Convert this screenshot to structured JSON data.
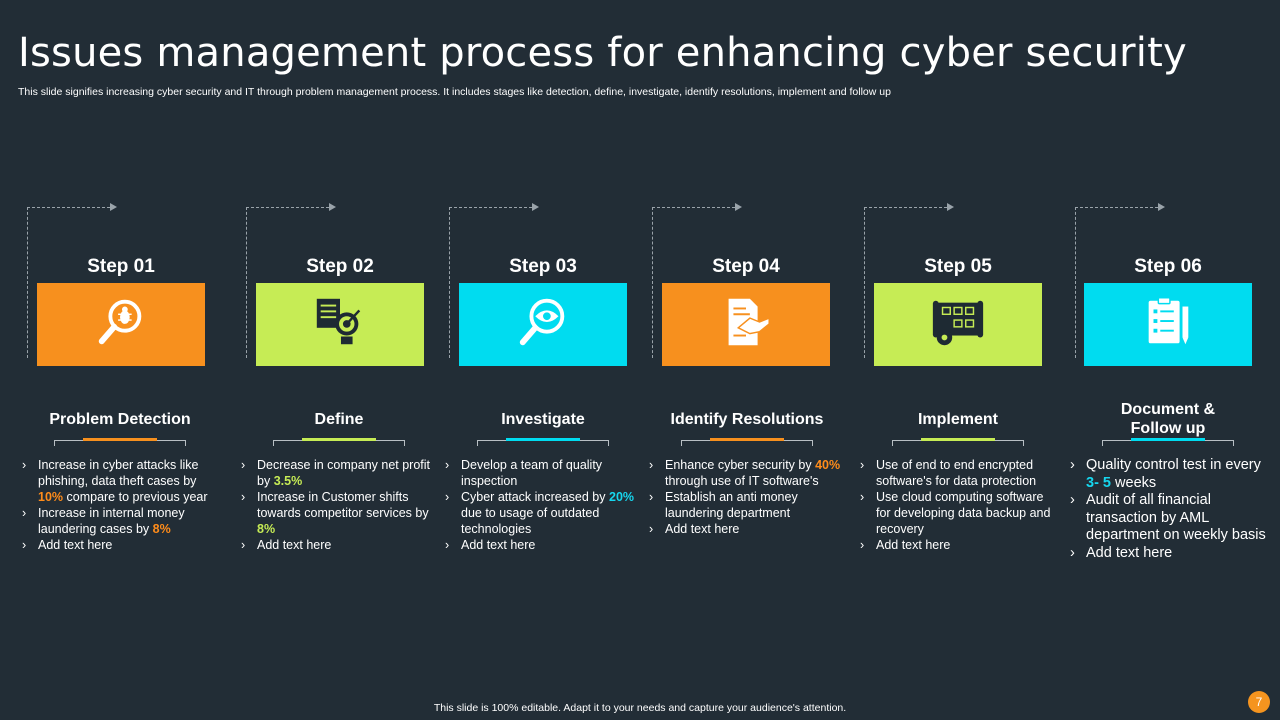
{
  "title": "Issues management process for enhancing cyber security",
  "subtitle": "This slide signifies increasing cyber security and IT through problem management  process. It includes stages like detection, define, investigate, identify resolutions, implement  and follow up",
  "colors": {
    "background": "#222d36",
    "orange": "#f7901e",
    "green": "#c6ec55",
    "cyan": "#00dcf0"
  },
  "steps": [
    {
      "label": "Step 01",
      "icon": "magnifier-bug-icon",
      "color": "#f7901e",
      "title_lines": [
        "Problem Detection"
      ],
      "bullets": [
        [
          {
            "t": "Increase in cyber attacks like phishing, data theft cases by "
          },
          {
            "t": "10%",
            "c": "orange"
          },
          {
            "t": " compare to previous  year"
          }
        ],
        [
          {
            "t": " Increase in internal money laundering cases by "
          },
          {
            "t": "8%",
            "c": "orange"
          }
        ],
        [
          {
            "t": "Add text here"
          }
        ]
      ]
    },
    {
      "label": "Step 02",
      "icon": "document-target-icon",
      "color": "#c6ec55",
      "title_lines": [
        "Define"
      ],
      "bullets": [
        [
          {
            "t": "Decrease in company net profit by "
          },
          {
            "t": "3.5%",
            "c": "green"
          }
        ],
        [
          {
            "t": "Increase in Customer shifts towards competitor services by "
          },
          {
            "t": "8%",
            "c": "green"
          }
        ],
        [
          {
            "t": "Add text here"
          }
        ]
      ]
    },
    {
      "label": "Step 03",
      "icon": "magnifier-eye-icon",
      "color": "#00dcf0",
      "title_lines": [
        "Investigate"
      ],
      "bullets": [
        [
          {
            "t": "Develop  a team of quality inspection"
          }
        ],
        [
          {
            "t": "Cyber attack increased  by "
          },
          {
            "t": "20%",
            "c": "cyan"
          },
          {
            "t": " due to usage of outdated technologies"
          }
        ],
        [
          {
            "t": "Add text here"
          }
        ]
      ]
    },
    {
      "label": "Step 04",
      "icon": "handshake-document-icon",
      "color": "#f7901e",
      "title_lines": [
        "Identify Resolutions"
      ],
      "bullets": [
        [
          {
            "t": "Enhance cyber security by "
          },
          {
            "t": "40%",
            "c": "orange"
          },
          {
            "t": " through use of IT software's"
          }
        ],
        [
          {
            "t": "Establish an anti money laundering department"
          }
        ],
        [
          {
            "t": "Add text here"
          }
        ]
      ]
    },
    {
      "label": "Step 05",
      "icon": "blueprint-gear-icon",
      "color": "#c6ec55",
      "title_lines": [
        "Implement"
      ],
      "bullets": [
        [
          {
            "t": "Use of end to end encrypted software's  for data protection"
          }
        ],
        [
          {
            "t": "Use cloud computing software for developing data backup and recovery"
          }
        ],
        [
          {
            "t": "Add text here"
          }
        ]
      ]
    },
    {
      "label": "Step 06",
      "icon": "checklist-pencil-icon",
      "color": "#00dcf0",
      "title_lines": [
        "Document &",
        "Follow up"
      ],
      "bullets": [
        [
          {
            "t": "Quality control test in every "
          },
          {
            "t": "3- 5",
            "c": "cyan"
          },
          {
            "t": " weeks"
          }
        ],
        [
          {
            "t": "Audit of all financial transaction by AML department on weekly basis"
          }
        ],
        [
          {
            "t": "Add text here"
          }
        ]
      ]
    }
  ],
  "footer": "This slide is 100% editable.  Adapt it to your needs and capture your audience's attention.",
  "page_number": "7"
}
